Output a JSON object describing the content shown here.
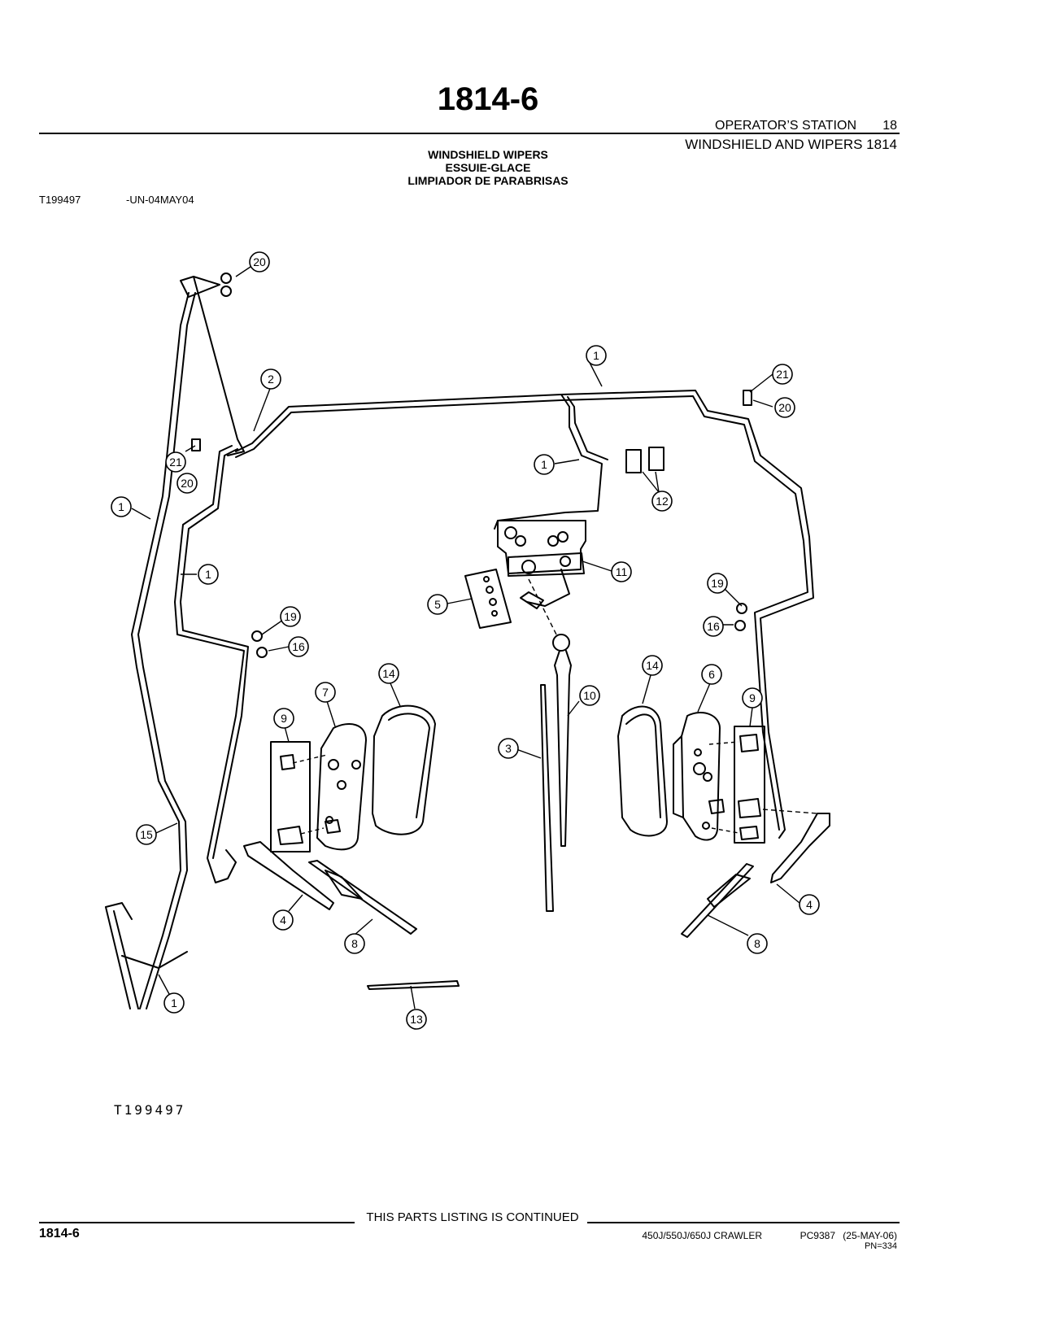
{
  "header": {
    "page_number": "1814-6",
    "section": "OPERATOR’S STATION",
    "section_number": "18",
    "subsection": "WINDSHIELD AND WIPERS 1814"
  },
  "caption": {
    "english": "WINDSHIELD WIPERS",
    "french": "ESSUIE-GLACE",
    "spanish": "LIMPIADOR DE PARABRISAS"
  },
  "figure": {
    "id": "T199497",
    "code": "-UN-04MAY04",
    "bottom_label": "T199497"
  },
  "callouts": [
    "20",
    "1",
    "2",
    "21",
    "20",
    "21",
    "20",
    "1",
    "12",
    "1",
    "11",
    "5",
    "19",
    "16",
    "19",
    "16",
    "1",
    "14",
    "7",
    "9",
    "10",
    "3",
    "14",
    "6",
    "9",
    "15",
    "4",
    "8",
    "4",
    "8",
    "1",
    "13"
  ],
  "footer": {
    "continued": "THIS PARTS LISTING IS CONTINUED",
    "page_number": "1814-6",
    "model": "450J/550J/650J CRAWLER",
    "pc": "PC9387",
    "date": "(25-MAY-06)",
    "pn": "PN=334"
  }
}
